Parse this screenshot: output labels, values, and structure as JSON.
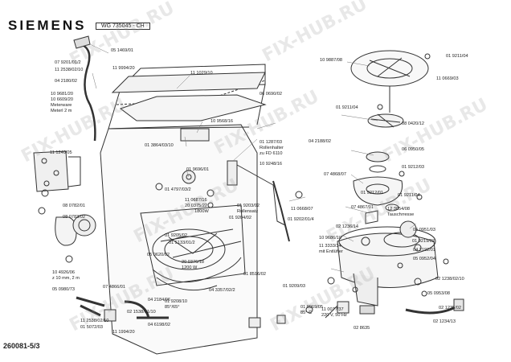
{
  "header": {
    "brand": "SIEMENS",
    "model": "WG 735045 - CH"
  },
  "footer": {
    "doc_number": "260081-5/3"
  },
  "watermark": "FIX-HUB.RU",
  "labels": [
    "05 1469/01",
    "07 9201/01/2",
    "11 2538/02/10",
    "04 2180/02",
    "10 9681/20",
    "10 6609/20",
    "Meterware",
    "Meterl 2 m",
    "11 9994/20",
    "11 1029/10",
    "11 1240/05",
    "08 0782/01",
    "08 0783/02",
    "10 4926/06",
    "z 10 mm, 2 m",
    "05 0980/73",
    "07 4866/01",
    "11 2538/02/10",
    "01 5072/03",
    "04 2184/06",
    "02 1538/01/10",
    "04 6198/02",
    "11 1994/20",
    "01 3864/03/10",
    "01 9696/01",
    "01 4797/03/2",
    "11 0687/16",
    "20 0375/22",
    "1800W",
    "01 9205/02",
    "01 5133/01/2",
    "05 0620/02",
    "20 0376/18",
    "1200 W",
    "01 8516/02",
    "04 3357/02/2",
    "01 9203/02",
    "Rollensatz",
    "01 9204/02",
    "10 9568/16",
    "06 0690/02",
    "01 1287/03",
    "Rollenhalter",
    "zu FD 6110",
    "04 2188/02",
    "10 9248/16",
    "11 0668/07",
    "01 9202/01/4",
    "10 9887/08",
    "01 9211/04",
    "11 0669/03",
    "01 9211/04",
    "08 0420/12",
    "06 0950/05",
    "01 9212/03",
    "07 4868/07",
    "01 9212/01",
    "01 9211/04",
    "07 4867/01",
    "12 3654/08",
    "Tauschrresse",
    "02 1236/14",
    "10 9686/10",
    "11 3333/34",
    "mit Entlüfter",
    "01 9209/03",
    "01 9969/05",
    "85° C",
    "11 0077/37",
    "220 V, 50 Hz",
    "02 8635",
    "01 9219/02",
    "04 2192/01",
    "05 0951/03",
    "05 0952/04",
    "02 1238/02/10",
    "05 0953/08",
    "02 1235/02",
    "02 1234/13",
    "01 9208/10",
    "85°/65°"
  ]
}
